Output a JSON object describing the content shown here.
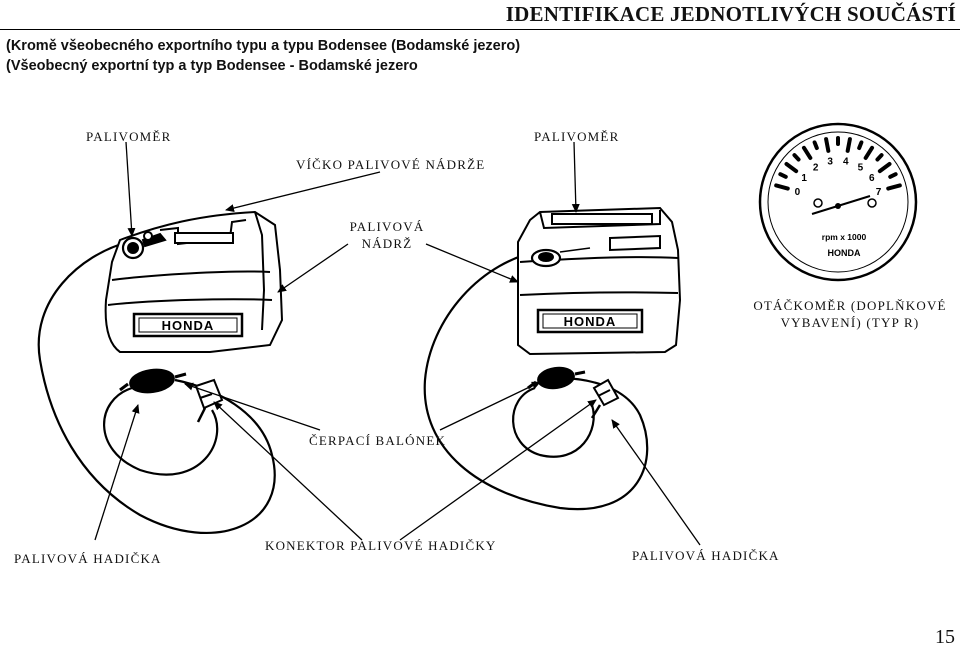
{
  "header": {
    "title": "IDENTIFIKACE JEDNOTLIVÝCH SOUČÁSTÍ",
    "subtitle_line1": "(Kromě všeobecného exportního typu a typu Bodensee (Bodamské jezero)",
    "subtitle_line2": "(Všeobecný exportní typ a typ Bodensee - Bodamské jezero"
  },
  "labels": {
    "fuel_gauge_left": "PALIVOMĚR",
    "fuel_cap": "VÍČKO PALIVOVÉ NÁDRŽE",
    "fuel_gauge_right": "PALIVOMĚR",
    "fuel_tank_line1": "PALIVOVÁ",
    "fuel_tank_line2": "NÁDRŽ",
    "tachometer_line1": "OTÁČKOMĚR (DOPLŇKOVÉ",
    "tachometer_line2": "VYBAVENÍ) (TYP R)",
    "primer_bulb": "ČERPACÍ BALÓNEK",
    "fuel_hose_left": "PALIVOVÁ HADIČKA",
    "hose_connector": "KONEKTOR PALIVOVÉ HADIČKY",
    "fuel_hose_right": "PALIVOVÁ HADIČKA"
  },
  "tachometer": {
    "dial_numbers": [
      "1",
      "2",
      "3",
      "4",
      "5",
      "6",
      "7"
    ],
    "zero": "0",
    "unit": "rpm x 1000",
    "brand": "HONDA"
  },
  "tank_brand": "HONDA",
  "page_number": "15"
}
